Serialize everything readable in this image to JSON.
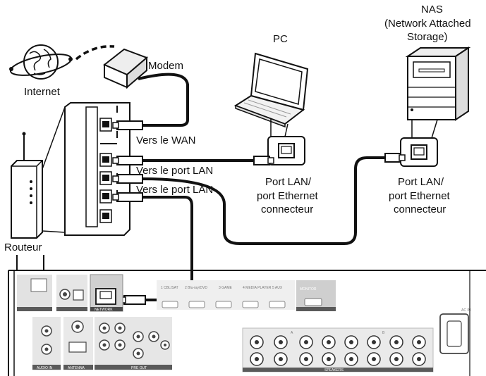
{
  "labels": {
    "internet": "Internet",
    "modem": "Modem",
    "pc": "PC",
    "nas_line1": "NAS",
    "nas_line2": "(Network Attached",
    "nas_line3": "Storage)",
    "to_wan": "Vers le WAN",
    "to_lan_1": "Vers le port LAN",
    "to_lan_2": "Vers le port LAN",
    "router": "Routeur",
    "pc_port_line1": "Port LAN/",
    "pc_port_line2": "port Ethernet",
    "pc_port_line3": "connecteur",
    "nas_port_line1": "Port LAN/",
    "nas_port_line2": "port Ethernet",
    "nas_port_line3": "connecteur"
  },
  "panel": {
    "network_label": "NETWORK",
    "antenna_label": "ANTENNA",
    "audio_in_label": "AUDIO IN",
    "pre_out_label": "PRE OUT",
    "speakers_label": "SPEAKERS",
    "ac_in_label": "AC IN",
    "monitor_label": "MONITOR",
    "hdmi_inputs": [
      "1 CBL/SAT",
      "2 Blu-ray/DVD",
      "3 GAME",
      "4 MEDIA PLAYER",
      "5 AUX"
    ],
    "speaker_channels": [
      "A",
      "B"
    ]
  },
  "colors": {
    "line": "#111111",
    "panel_gray": "#cfcfcf",
    "panel_dark": "#5a5a5a",
    "background": "#ffffff"
  }
}
